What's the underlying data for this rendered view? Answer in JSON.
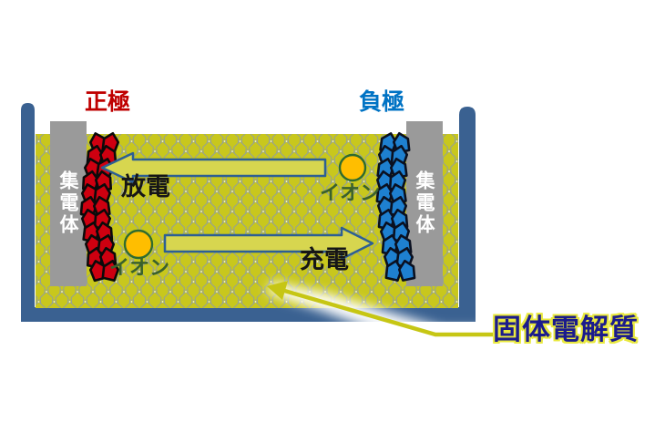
{
  "diagram": {
    "title_context": "solid-state battery charge/discharge diagram",
    "labels": {
      "positive": "正極",
      "negative": "負極",
      "collector": "集電体",
      "discharge": "放電",
      "charge": "充電",
      "ion": "イオン",
      "electrolyte": "固体電解質"
    },
    "colors": {
      "positive_label": "#bf0000",
      "negative_label": "#0073c4",
      "container_blue": "#3a6191",
      "electrolyte_yellow": "#c8c71d",
      "collector_gray": "#9a9a9a",
      "positive_crystal_red": "#ce0010",
      "negative_crystal_blue": "#1e80d0",
      "ion_fill": "#ffbe00",
      "ion_outline": "#2f6b2f",
      "process_arrow_outline": "#2d5f94",
      "electrolyte_label_text": "#1b1b8c",
      "callout_yellow": "#c6c614"
    }
  }
}
